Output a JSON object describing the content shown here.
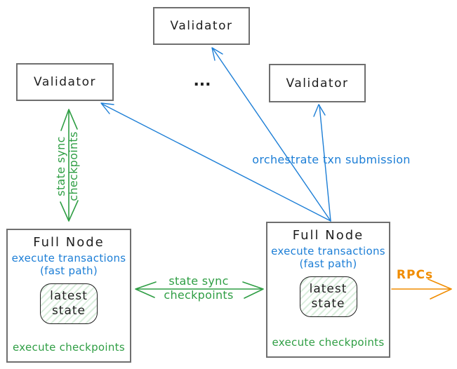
{
  "colors": {
    "blue": "#1c7ed6",
    "green": "#2f9e44",
    "orange": "#f08c00",
    "box_border_gray": "#6f6f6f",
    "ink_black": "#1e1e1e"
  },
  "validators": {
    "top": "Validator",
    "left": "Validator",
    "right": "Validator"
  },
  "ellipsis": "...",
  "arrows": {
    "vertical_state_sync": {
      "line1": "state sync",
      "line2": "checkpoints"
    },
    "horizontal_state_sync": {
      "line1": "state sync",
      "line2": "checkpoints"
    },
    "orchestrate": {
      "label": "orchestrate txn submission"
    },
    "rpcs": {
      "label": "RPCs"
    }
  },
  "full_nodes": {
    "left": {
      "title": "Full Node",
      "exec_line1": "execute transactions",
      "exec_line2": "(fast path)",
      "state_line1": "latest",
      "state_line2": "state",
      "footer": "execute checkpoints"
    },
    "right": {
      "title": "Full Node",
      "exec_line1": "execute transactions",
      "exec_line2": "(fast path)",
      "state_line1": "latest",
      "state_line2": "state",
      "footer": "execute checkpoints"
    }
  }
}
